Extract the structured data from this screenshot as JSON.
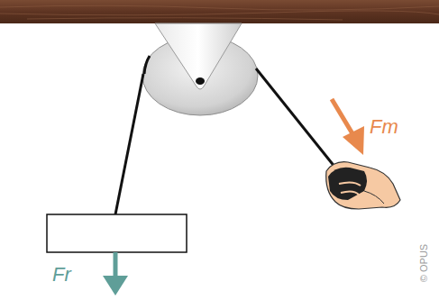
{
  "diagram": {
    "labels": [
      "Fm",
      "Fr",
      "© OPUS"
    ]
  }
}
